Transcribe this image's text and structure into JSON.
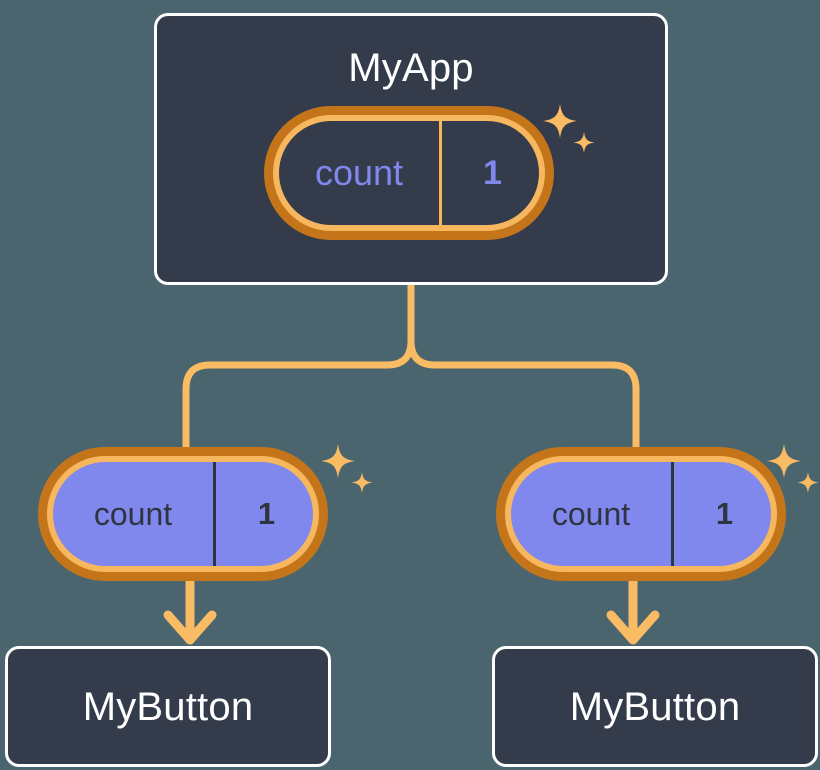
{
  "diagram": {
    "title_hidden": "React component tree with shared count state",
    "background_color": "#4b656e",
    "accent_amber": "#f9bb63",
    "accent_orange": "#c4751a",
    "accent_purple": "#8088ee",
    "card_bg": "#343b4a",
    "card_border": "#ffffff"
  },
  "root": {
    "name": "MyApp",
    "state": {
      "key": "count",
      "value": "1"
    },
    "sparkle_icon": "sparkles-icon"
  },
  "children": [
    {
      "state": {
        "key": "count",
        "value": "1"
      },
      "sparkle_icon": "sparkles-icon",
      "component": {
        "name": "MyButton"
      }
    },
    {
      "state": {
        "key": "count",
        "value": "1"
      },
      "sparkle_icon": "sparkles-icon",
      "component": {
        "name": "MyButton"
      }
    }
  ]
}
